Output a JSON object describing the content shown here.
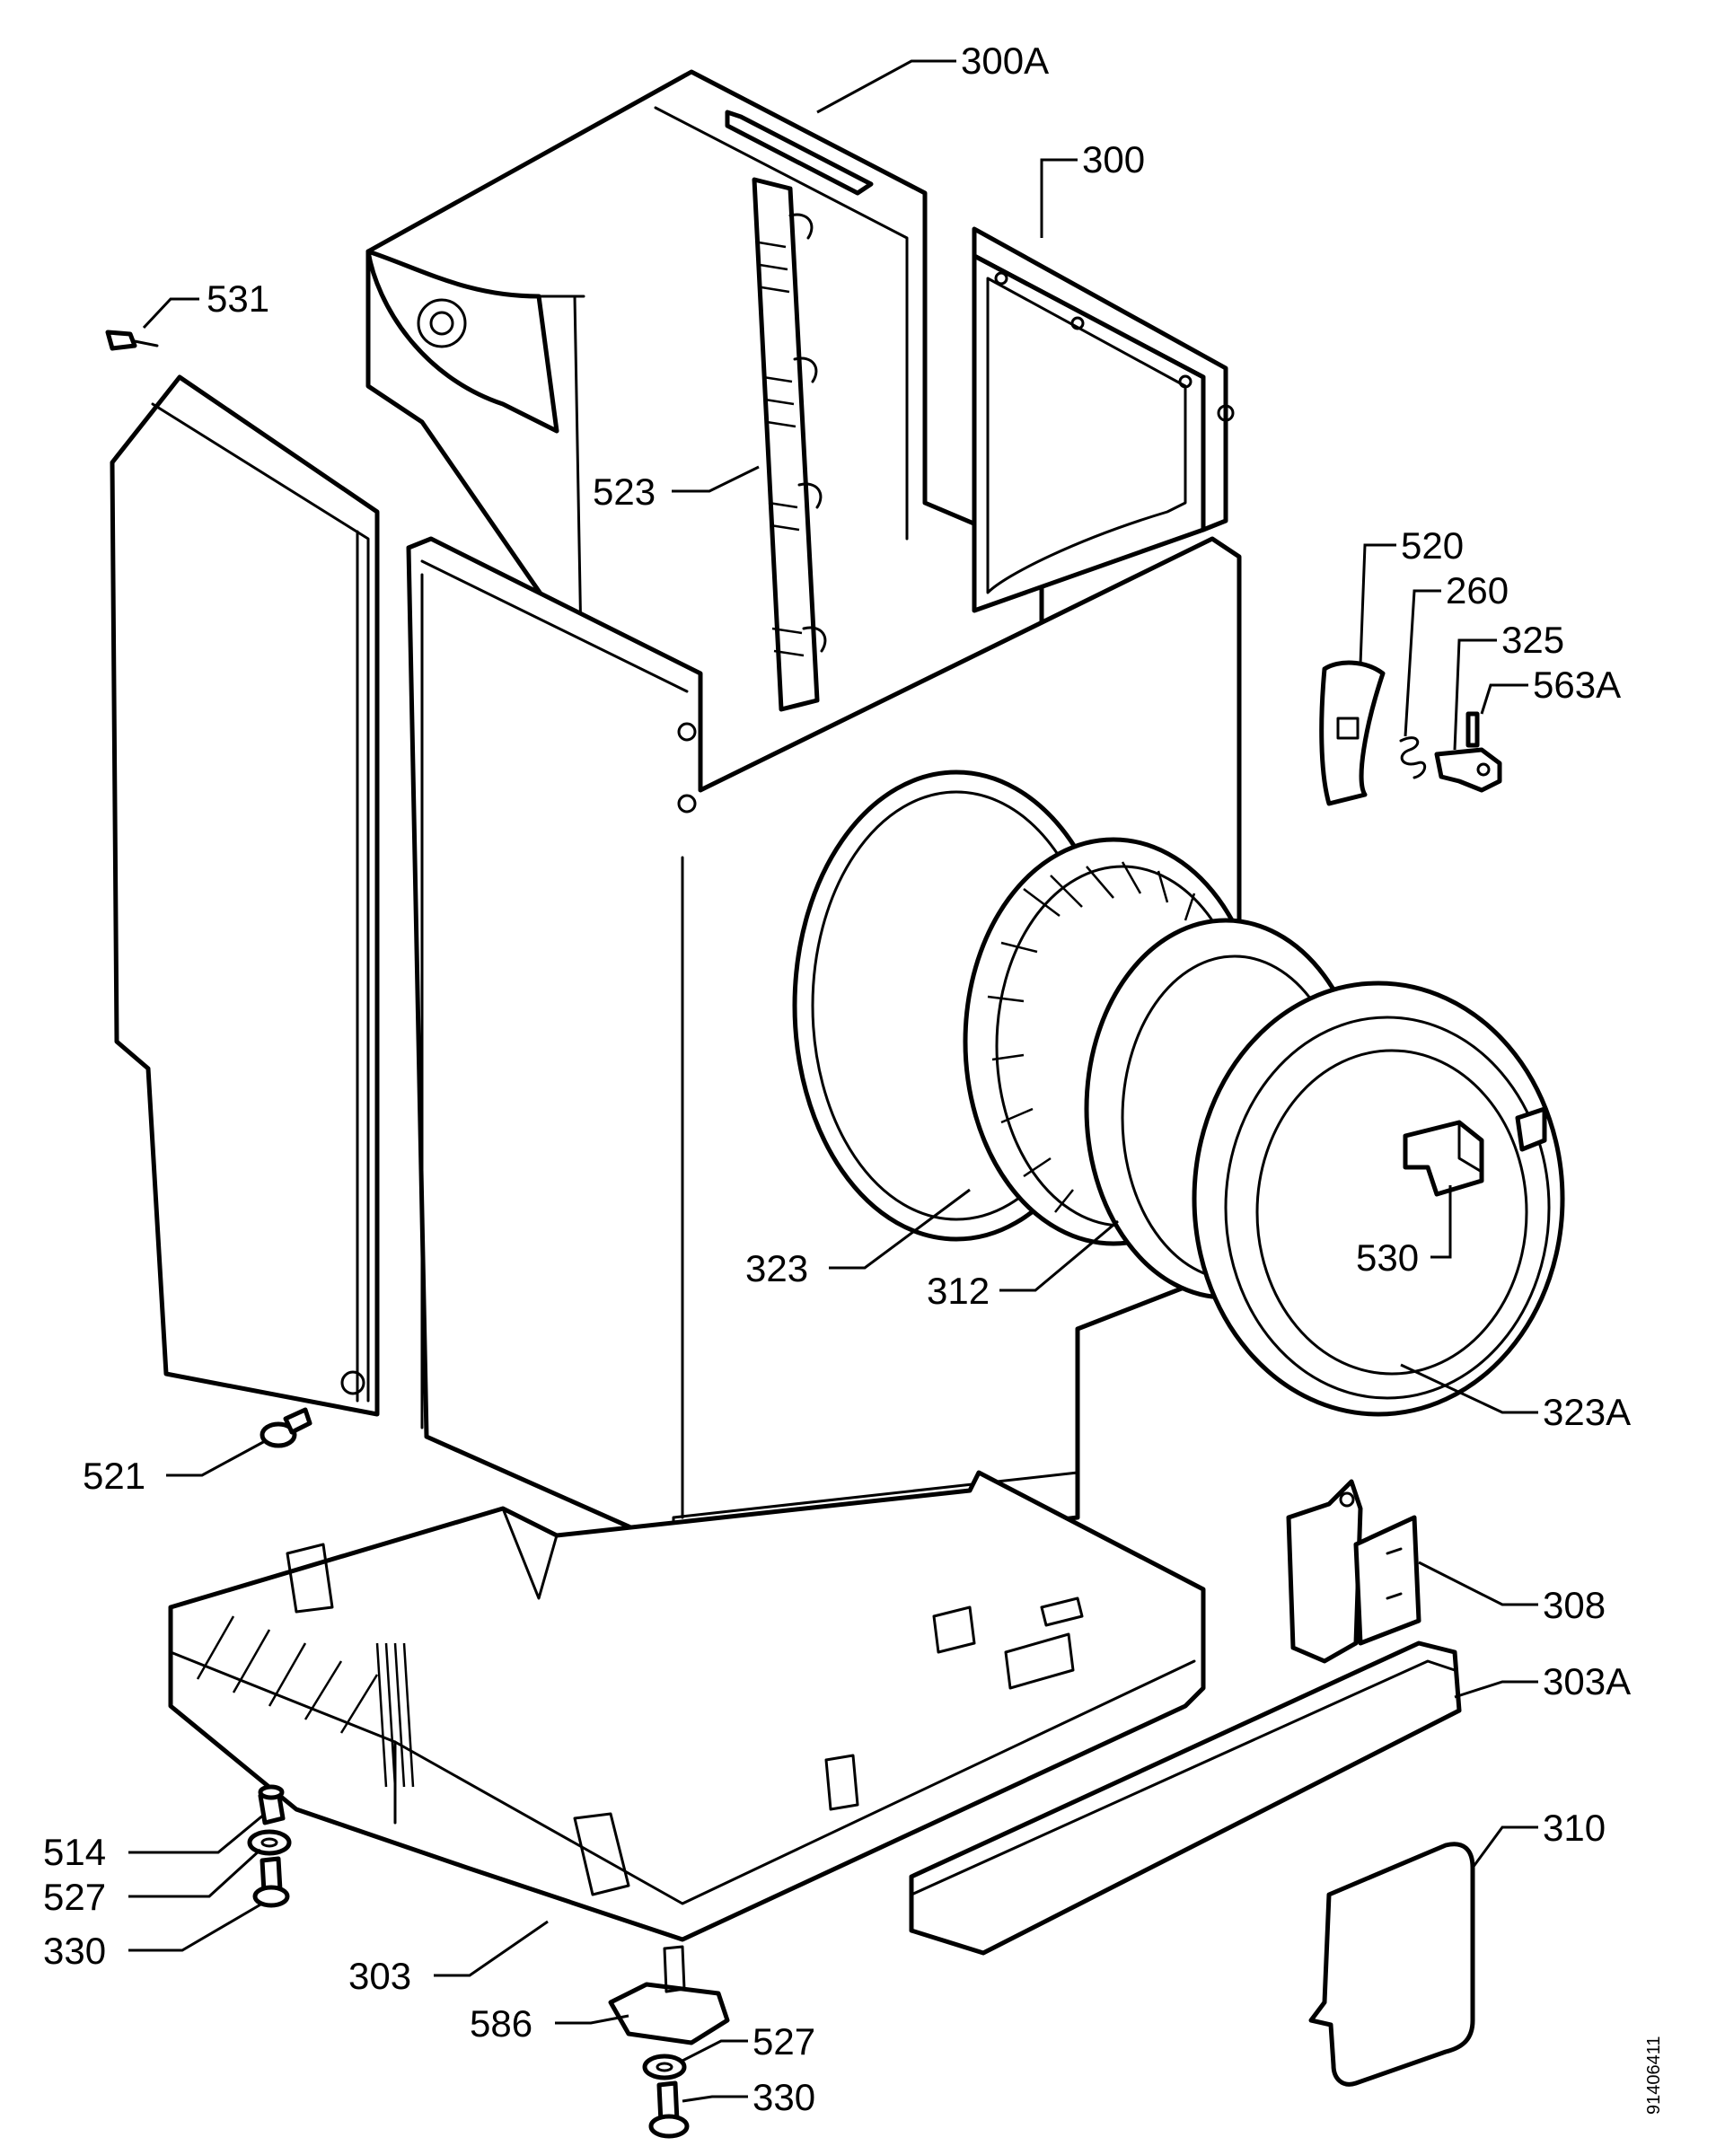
{
  "diagram": {
    "document_number": "91406411",
    "labels": [
      {
        "id": "l300a",
        "text": "300A"
      },
      {
        "id": "l300",
        "text": "300"
      },
      {
        "id": "l531",
        "text": "531"
      },
      {
        "id": "l523",
        "text": "523"
      },
      {
        "id": "l520",
        "text": "520"
      },
      {
        "id": "l260",
        "text": "260"
      },
      {
        "id": "l325",
        "text": "325"
      },
      {
        "id": "l563a",
        "text": "563A"
      },
      {
        "id": "l323",
        "text": "323"
      },
      {
        "id": "l312",
        "text": "312"
      },
      {
        "id": "l530",
        "text": "530"
      },
      {
        "id": "l323a",
        "text": "323A"
      },
      {
        "id": "l521",
        "text": "521"
      },
      {
        "id": "l308",
        "text": "308"
      },
      {
        "id": "l303a",
        "text": "303A"
      },
      {
        "id": "l310",
        "text": "310"
      },
      {
        "id": "l514",
        "text": "514"
      },
      {
        "id": "l527a",
        "text": "527"
      },
      {
        "id": "l330a",
        "text": "330"
      },
      {
        "id": "l303",
        "text": "303"
      },
      {
        "id": "l586",
        "text": "586"
      },
      {
        "id": "l527b",
        "text": "527"
      },
      {
        "id": "l330b",
        "text": "330"
      }
    ]
  }
}
